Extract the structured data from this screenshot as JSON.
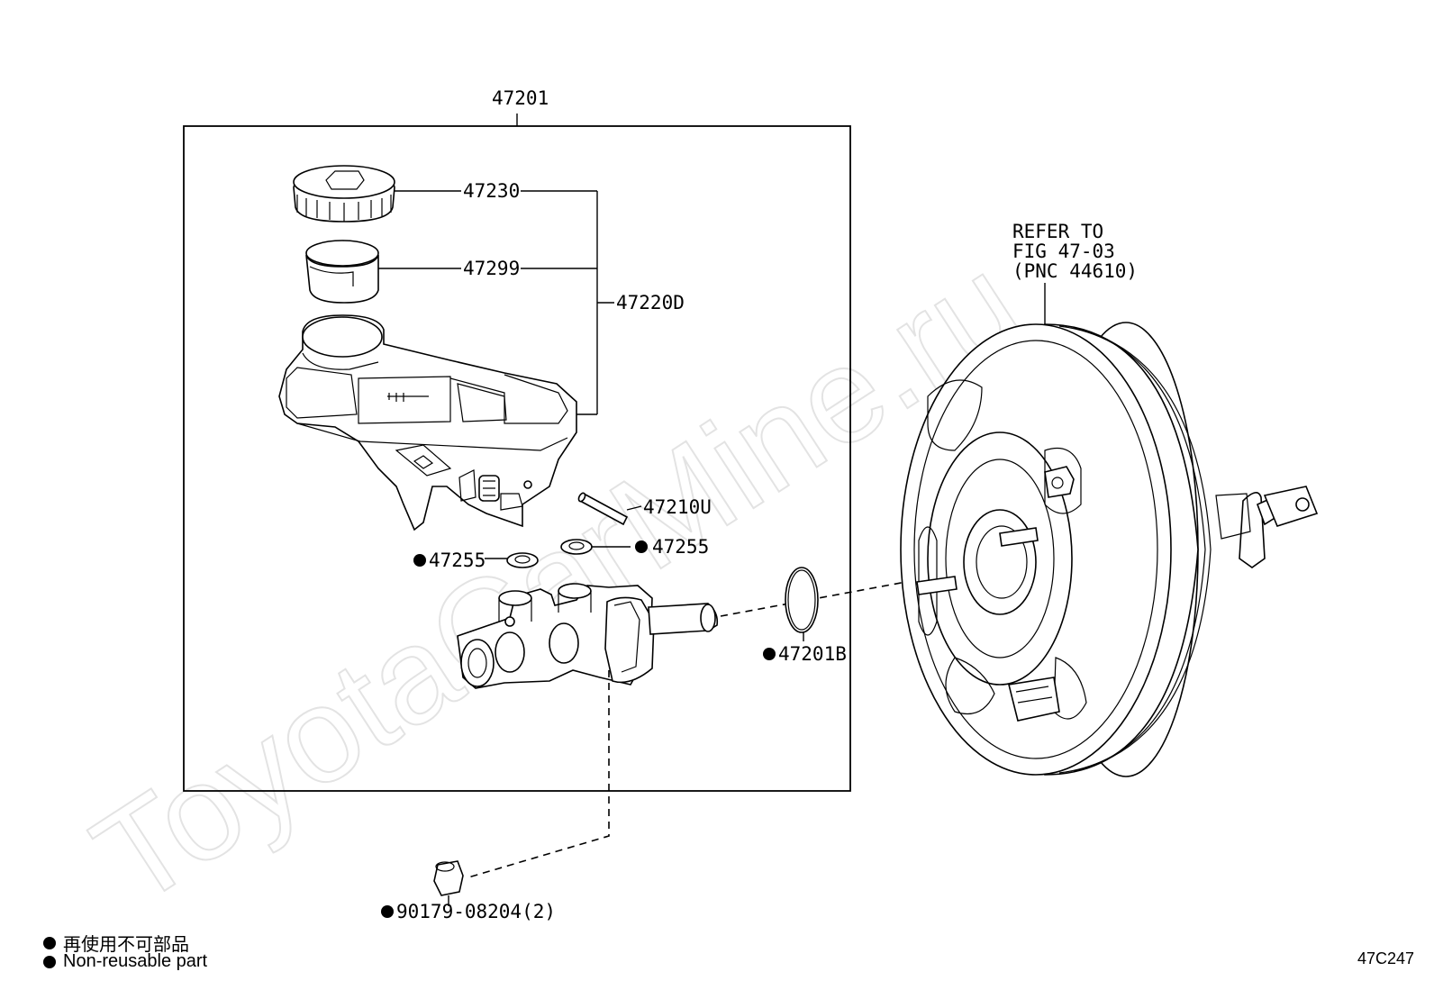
{
  "watermark": "ToyotaCarMine.ru",
  "labels": {
    "assembly": "47201",
    "cap": "47230",
    "strainer": "47299",
    "reservoir_group": "47220D",
    "pin": "47210U",
    "grommet_left": "47255",
    "grommet_right": "47255",
    "oring": "47201B",
    "plug": "90179-08204(2)"
  },
  "refer": {
    "line1": "REFER TO",
    "line2": "FIG 47-03",
    "line3": "(PNC 44610)"
  },
  "legend": {
    "japanese": "再使用不可部品",
    "english": "Non-reusable part"
  },
  "figure_code": "47C247"
}
